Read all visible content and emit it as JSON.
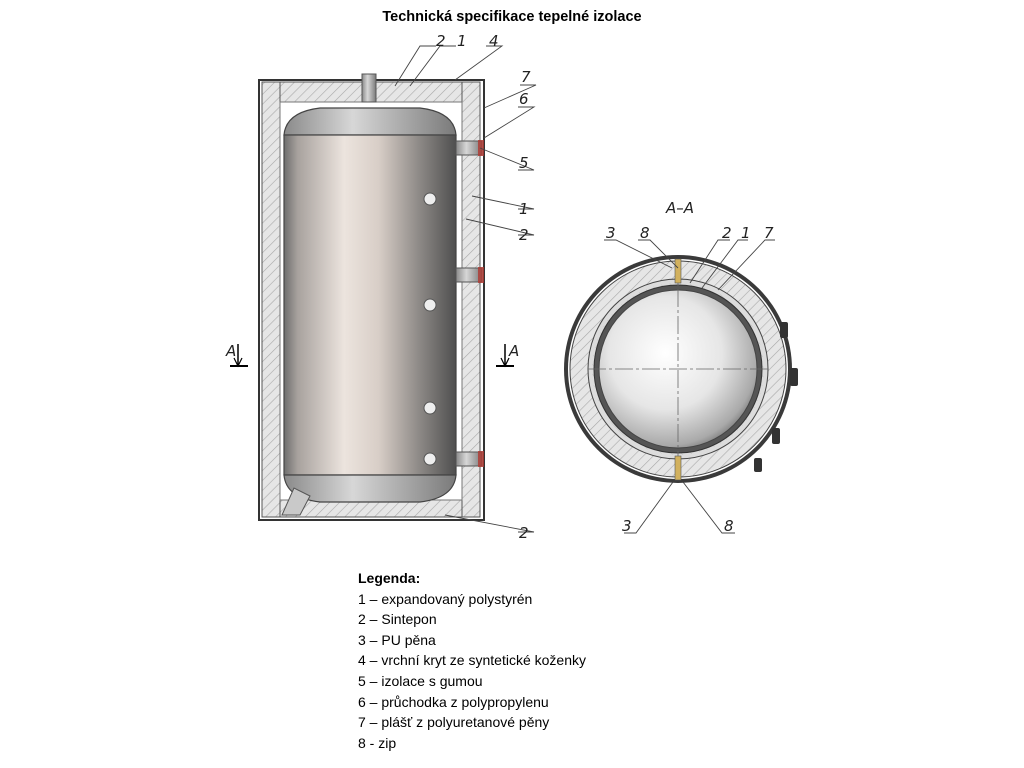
{
  "title": "Technická specifikace tepelné izolace",
  "section_title": "A–A",
  "section_marker": "A",
  "callouts": {
    "c1": "1",
    "c2": "2",
    "c3": "3",
    "c4": "4",
    "c5": "5",
    "c6": "6",
    "c7": "7",
    "c8": "8"
  },
  "legend": {
    "title": "Legenda:",
    "items": [
      "1 – expandovaný polystyrén",
      "2 – Sintepon",
      "3 – PU pěna",
      "4 – vrchní kryt ze syntetické koženky",
      "5 – izolace s gumou",
      "6 – průchodka z polypropylenu",
      "7 – plášť z polyuretanové pěny",
      "8 - zip"
    ]
  },
  "colors": {
    "insulation": "#e2e2e2",
    "hatch": "#a9a9a9",
    "tank_dark": "#8c8c8c",
    "tank_light": "#e0d8d3",
    "zip": "#d2b15e",
    "pipe": "#b23a32"
  }
}
